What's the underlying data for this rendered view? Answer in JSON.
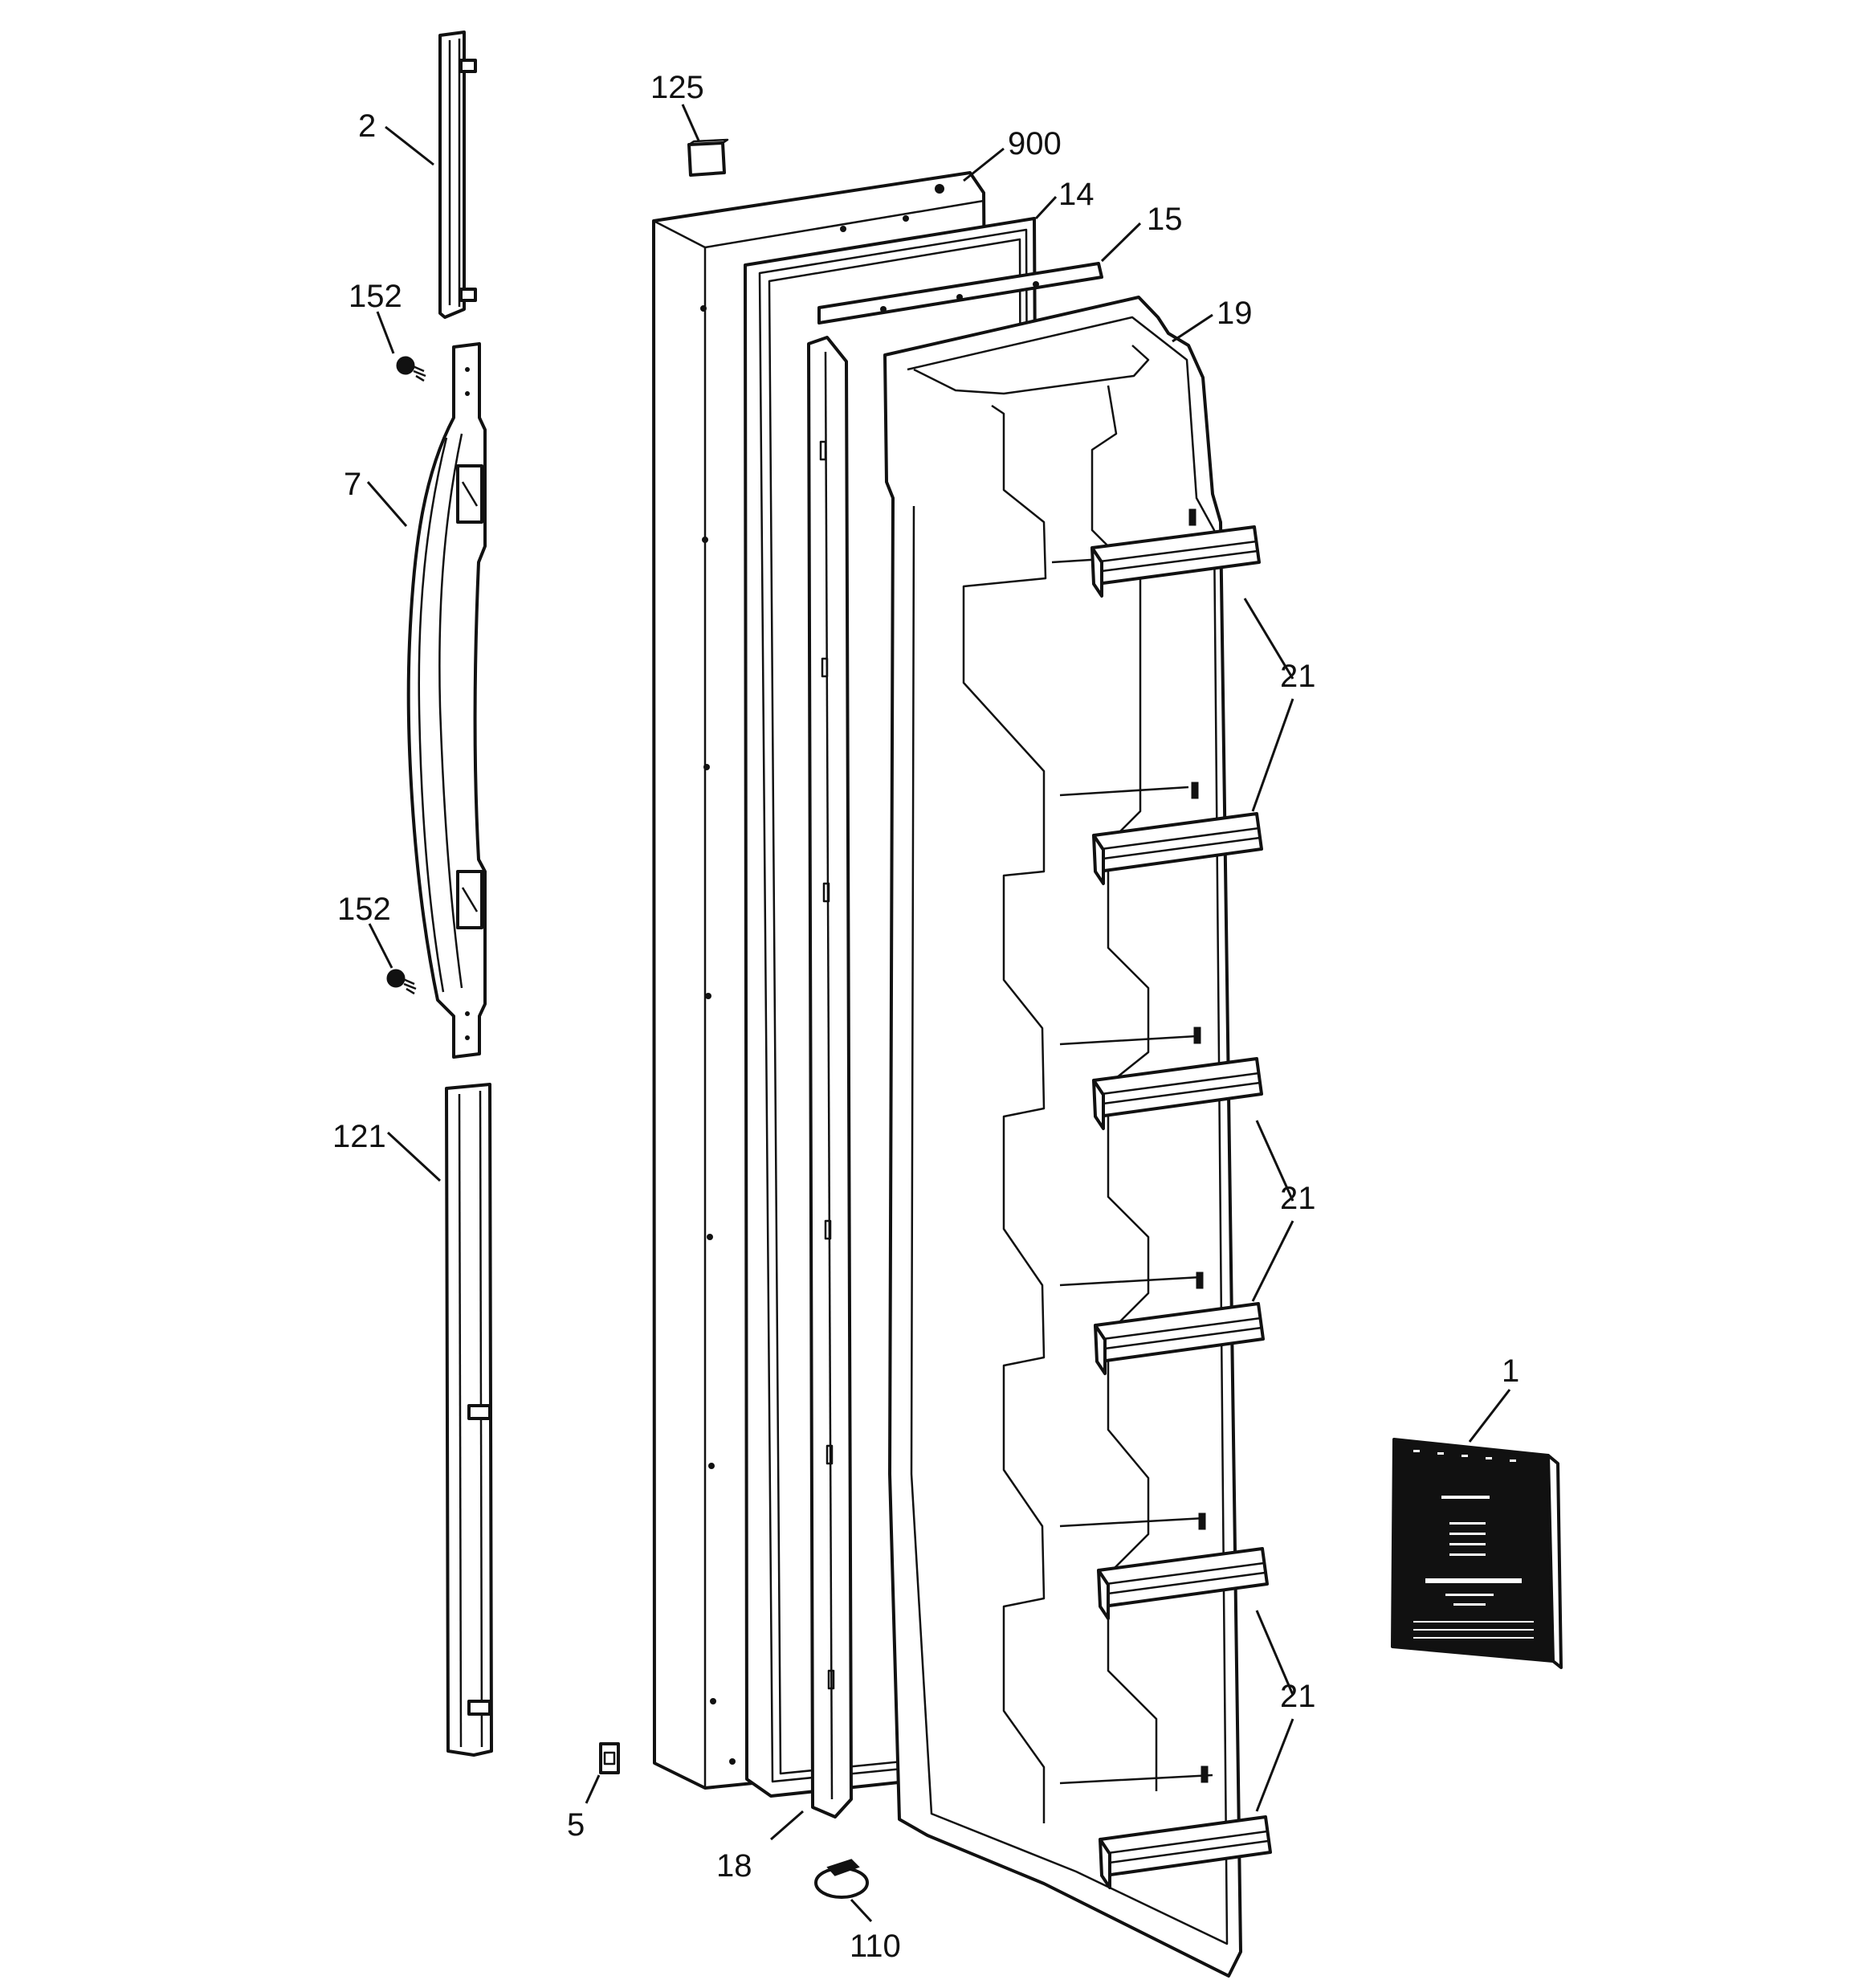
{
  "callouts": {
    "c1": "1",
    "c2": "2",
    "c5": "5",
    "c7": "7",
    "c14": "14",
    "c15": "15",
    "c18": "18",
    "c19": "19",
    "c21a": "21",
    "c21b": "21",
    "c21c": "21",
    "c110": "110",
    "c121": "121",
    "c125": "125",
    "c152a": "152",
    "c152b": "152",
    "c900": "900"
  },
  "colors": {
    "line": "#111111",
    "background": "#ffffff"
  }
}
